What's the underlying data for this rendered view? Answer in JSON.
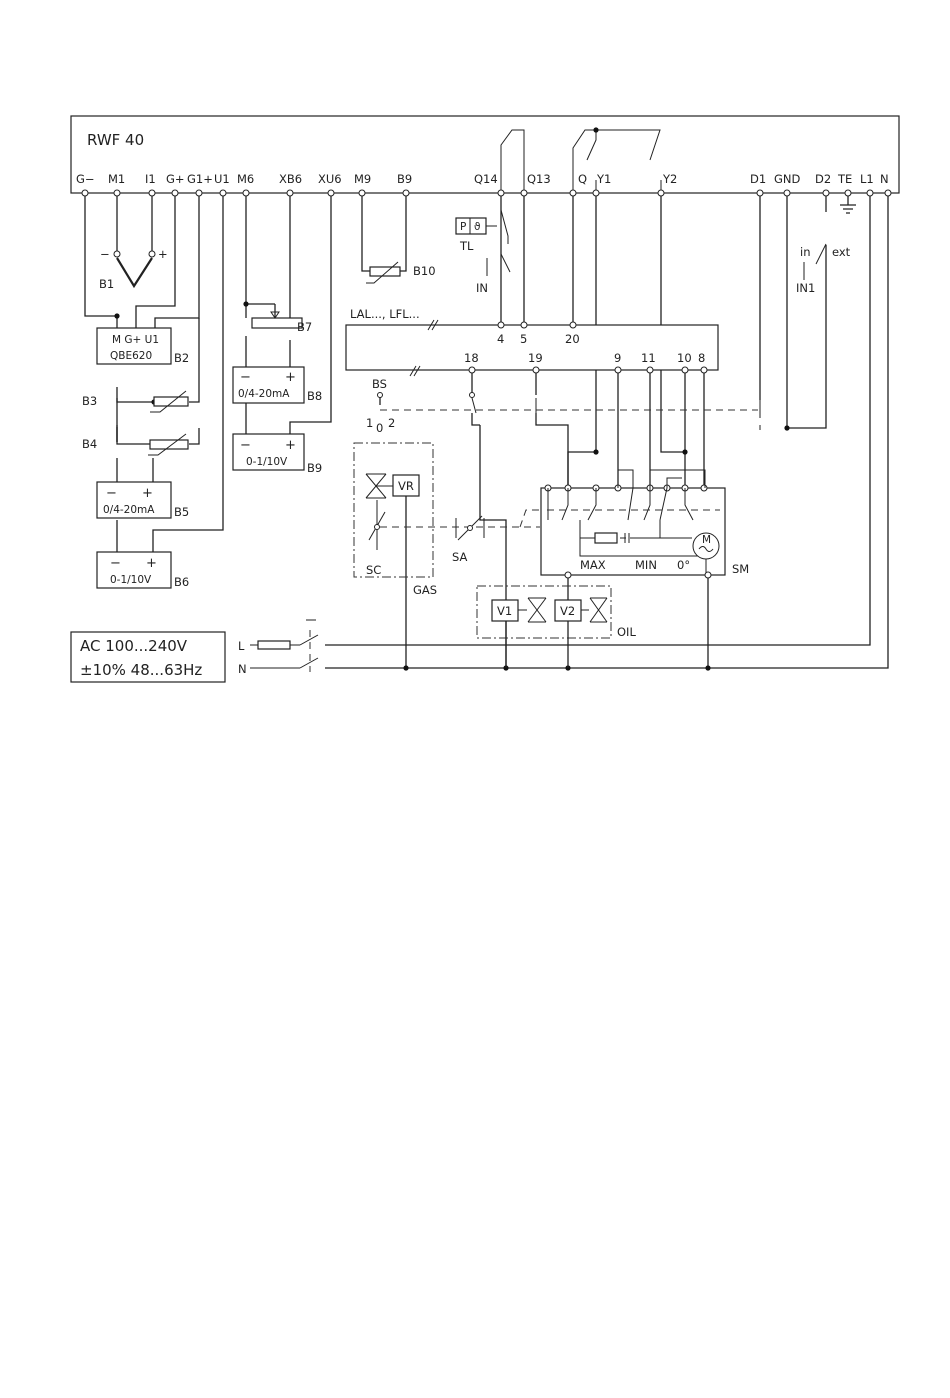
{
  "controller": {
    "title": "RWF 40",
    "terminals": [
      {
        "id": "g_minus",
        "label": "G−"
      },
      {
        "id": "m1",
        "label": "M1"
      },
      {
        "id": "i1",
        "label": "I1"
      },
      {
        "id": "g_plus",
        "label": "G+"
      },
      {
        "id": "g1_plus",
        "label": "G1+"
      },
      {
        "id": "u1",
        "label": "U1"
      },
      {
        "id": "m6",
        "label": "M6"
      },
      {
        "id": "xb6",
        "label": "XB6"
      },
      {
        "id": "xu6",
        "label": "XU6"
      },
      {
        "id": "m9",
        "label": "M9"
      },
      {
        "id": "b9",
        "label": "B9"
      },
      {
        "id": "q14",
        "label": "Q14"
      },
      {
        "id": "q13",
        "label": "Q13"
      },
      {
        "id": "q",
        "label": "Q"
      },
      {
        "id": "y1",
        "label": "Y1"
      },
      {
        "id": "y2",
        "label": "Y2"
      },
      {
        "id": "d1",
        "label": "D1"
      },
      {
        "id": "gnd",
        "label": "GND"
      },
      {
        "id": "d2",
        "label": "D2"
      },
      {
        "id": "te",
        "label": "TE"
      },
      {
        "id": "l1",
        "label": "L1"
      },
      {
        "id": "n",
        "label": "N"
      }
    ]
  },
  "sensors": {
    "b1": {
      "label": "B1",
      "minus": "−",
      "plus": "+"
    },
    "b2": {
      "label": "B2",
      "pins": "M G+ U1",
      "model": "QBE620"
    },
    "b3": {
      "label": "B3"
    },
    "b4": {
      "label": "B4"
    },
    "b5": {
      "label": "B5",
      "minus": "−",
      "plus": "+",
      "range": "0/4-20mA"
    },
    "b6": {
      "label": "B6",
      "minus": "−",
      "plus": "+",
      "range": "0-1/10V"
    },
    "b7": {
      "label": "B7"
    },
    "b8": {
      "label": "B8",
      "minus": "−",
      "plus": "+",
      "range": "0/4-20mA"
    },
    "b9": {
      "label": "B9",
      "minus": "−",
      "plus": "+",
      "range": "0-1/10V"
    },
    "b10": {
      "label": "B10"
    }
  },
  "burner_control": {
    "label": "LAL..., LFL...",
    "top_terminals": [
      "4",
      "5",
      "20"
    ],
    "bottom_terminals": [
      "18",
      "19",
      "9",
      "11",
      "10",
      "8"
    ]
  },
  "components": {
    "tl": "TL",
    "tl_p": "P",
    "tl_theta": "ϑ",
    "in": "IN",
    "in1": "IN1",
    "in_label": "in",
    "ext_label": "ext",
    "bs": "BS",
    "bs_positions": [
      "1",
      "0",
      "2"
    ],
    "vr": "VR",
    "sc": "SC",
    "gas": "GAS",
    "sa": "SA",
    "v1": "V1",
    "v2": "V2",
    "oil": "OIL",
    "sm": "SM",
    "motor": "M",
    "max": "MAX",
    "min": "MIN",
    "zero": "0°"
  },
  "power": {
    "line1": "AC 100...240V",
    "line2": "±10% 48...63Hz",
    "l": "L",
    "n": "N"
  }
}
